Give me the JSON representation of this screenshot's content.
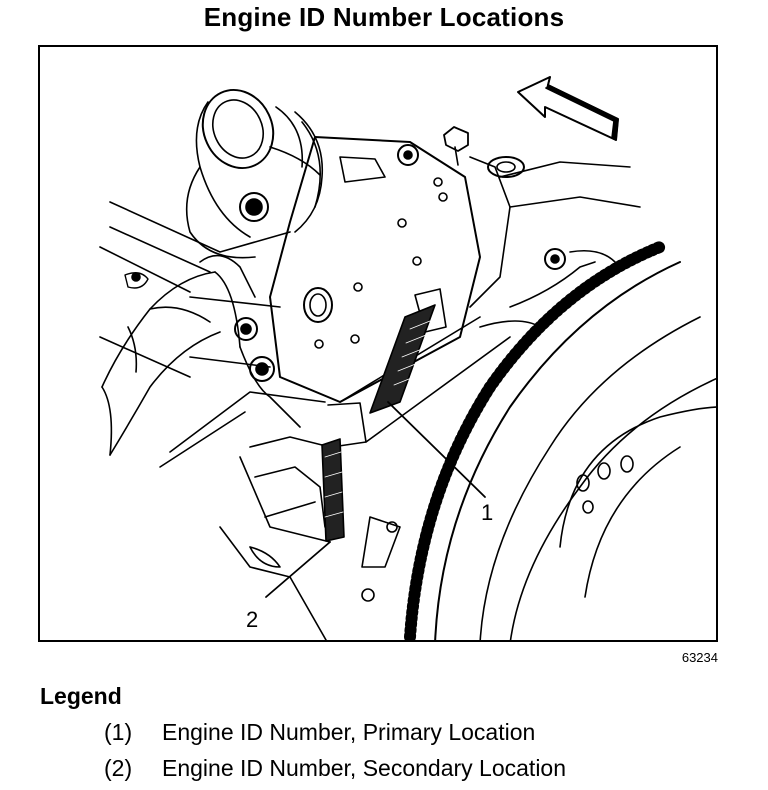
{
  "title": "Engine ID Number Locations",
  "figure_number": "63234",
  "callouts": [
    "1",
    "2"
  ],
  "legend": {
    "heading": "Legend",
    "items": [
      {
        "number": "(1)",
        "text": "Engine ID Number, Primary Location"
      },
      {
        "number": "(2)",
        "text": "Engine ID Number, Secondary Location"
      }
    ]
  }
}
